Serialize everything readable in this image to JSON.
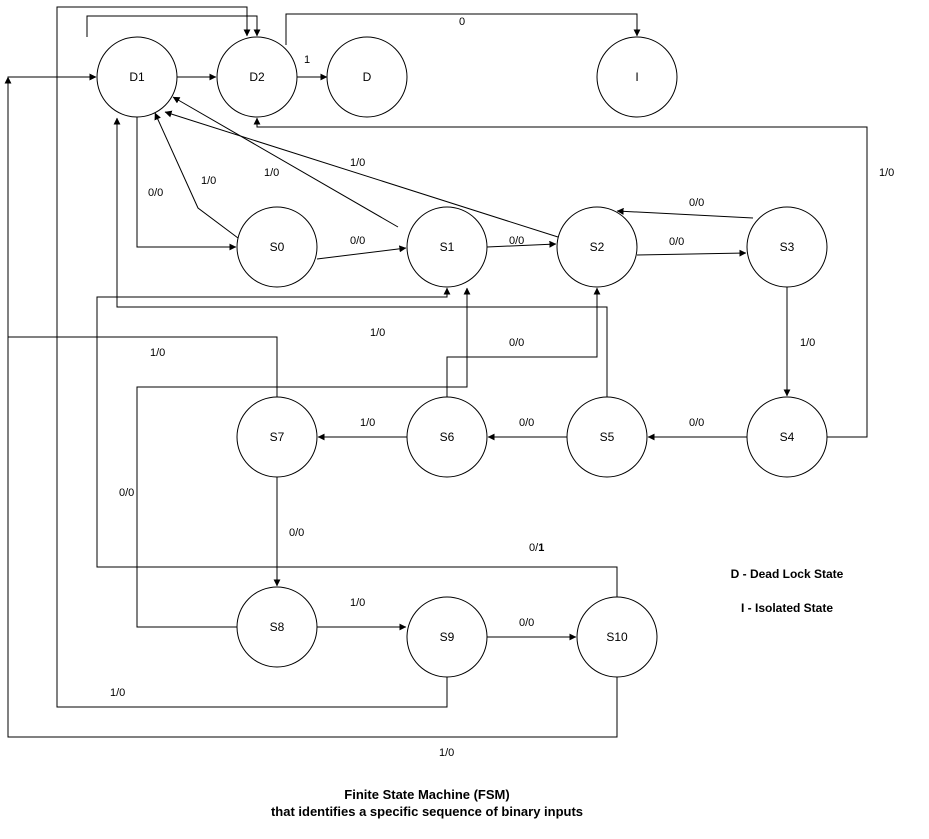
{
  "states": {
    "D1": "D1",
    "D2": "D2",
    "D": "D",
    "I": "I",
    "S0": "S0",
    "S1": "S1",
    "S2": "S2",
    "S3": "S3",
    "S4": "S4",
    "S5": "S5",
    "S6": "S6",
    "S7": "S7",
    "S8": "S8",
    "S9": "S9",
    "S10": "S10"
  },
  "transitions": {
    "d2_to_i": "0",
    "d2_to_d": "1",
    "d1_to_s0": "0/0",
    "s0_to_d1": "1/0",
    "s1_to_d1": "1/0",
    "s2_to_d1": "1/0",
    "s0_to_s1": "0/0",
    "s1_to_s2": "0/0",
    "s2_to_s3": "0/0",
    "s3_to_s2": "0/0",
    "s3_to_s4": "1/0",
    "s4_to_d2": "1/0",
    "s4_to_s5": "0/0",
    "s5_to_s6": "0/0",
    "s5_to_d1": "1/0",
    "s6_to_s7": "1/0",
    "s6_to_s2": "0/0",
    "s7_to_d1": "1/0",
    "s7_to_s8": "0/0",
    "s8_to_s9": "1/0",
    "s8_to_s1": "0/0",
    "s9_to_s10": "0/0",
    "s9_to_d2": "1/0",
    "s10_to_s1_prefix": "0/",
    "s10_to_s1_suffix": "1",
    "s10_to_d1": "1/0"
  },
  "legend": {
    "dead_lock": "D - Dead Lock State",
    "isolated": "I - Isolated State"
  },
  "caption": {
    "line1": "Finite State Machine (FSM)",
    "line2": "that identifies a specific sequence of binary inputs"
  }
}
